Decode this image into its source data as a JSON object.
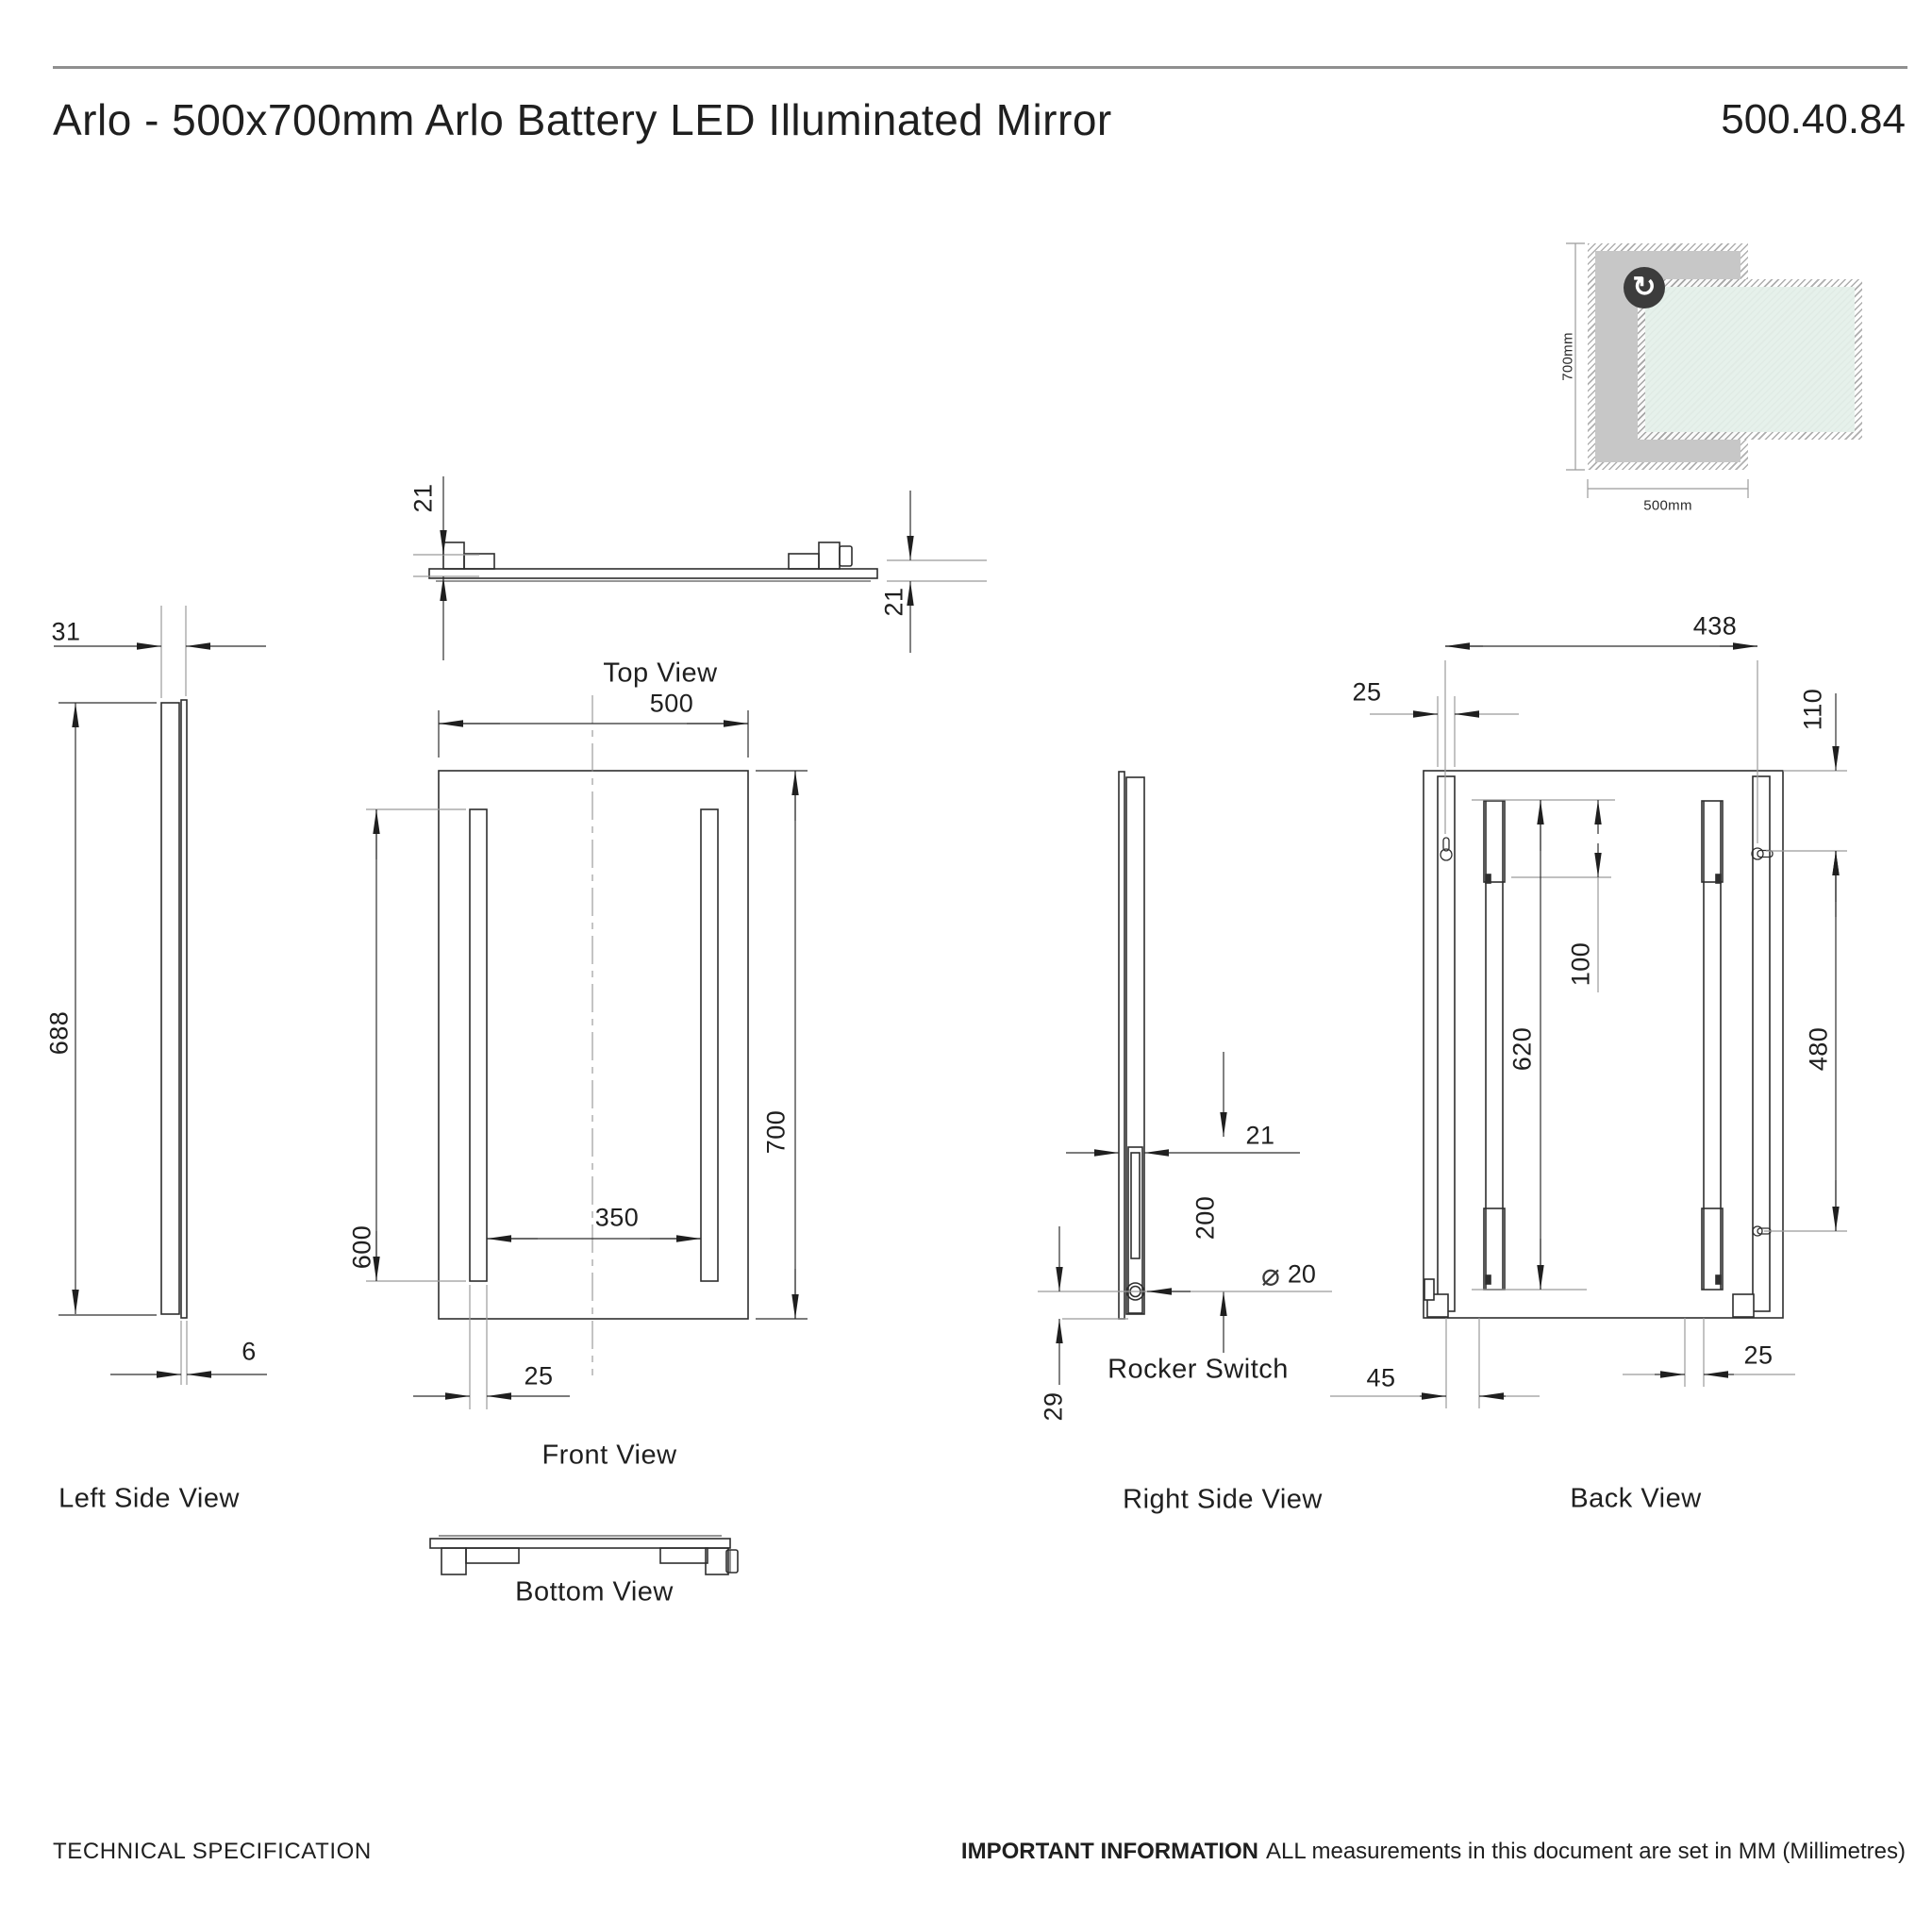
{
  "header": {
    "title": "Arlo - 500x700mm Arlo Battery LED Illuminated Mirror",
    "product_code": "500.40.84"
  },
  "thumbnail": {
    "height_label": "700mm",
    "width_label": "500mm",
    "rotate_glyph": "↻",
    "colors": {
      "mirror_back": "#c7c7c7",
      "mirror_glass": "#e4efe9",
      "icon_bg": "#3c3c3c"
    }
  },
  "views": {
    "top": {
      "label": "Top View",
      "dims": {
        "bracket_depth": "21",
        "frame_depth": "21"
      }
    },
    "front": {
      "label": "Front View",
      "dims": {
        "width": "500",
        "height": "700",
        "led_height": "600",
        "led_spacing": "350",
        "led_offset": "25"
      }
    },
    "left": {
      "label": "Left Side View",
      "dims": {
        "depth": "31",
        "panel_height": "688",
        "glass_thickness": "6"
      }
    },
    "right": {
      "label": "Right Side View",
      "switch_label": "Rocker Switch",
      "dims": {
        "panel_depth": "21",
        "switch_drop": "200",
        "switch_bottom_offset": "29",
        "switch_diameter_symbol": "⌀",
        "switch_diameter": "20"
      }
    },
    "back": {
      "label": "Back View",
      "dims": {
        "keyhole_spacing": "438",
        "rail_width": "25",
        "keyhole_top_offset": "110",
        "led_span": "620",
        "led_top_offset": "100",
        "keyhole_vertical_span": "480",
        "led_inset_left": "45",
        "led_rail_gap": "25"
      }
    },
    "bottom": {
      "label": "Bottom View"
    }
  },
  "footer": {
    "left": "TECHNICAL SPECIFICATION",
    "right_bold": "IMPORTANT INFORMATION",
    "right_text": "ALL measurements in this document are set in MM (Millimetres)"
  }
}
